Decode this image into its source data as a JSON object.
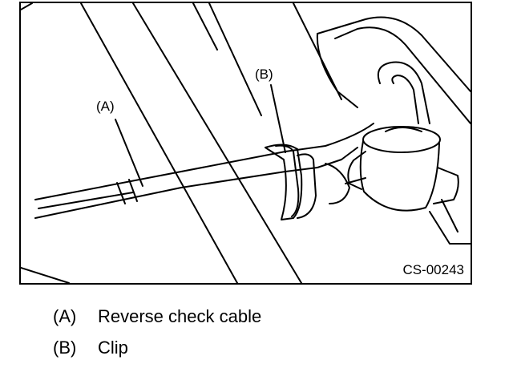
{
  "figure": {
    "code": "CS-00243",
    "callouts": [
      {
        "key": "(A)"
      },
      {
        "key": "(B)"
      }
    ]
  },
  "legend": [
    {
      "key": "(A)",
      "label": "Reverse check cable"
    },
    {
      "key": "(B)",
      "label": "Clip"
    }
  ],
  "colors": {
    "line": "#000000",
    "background": "#ffffff"
  }
}
